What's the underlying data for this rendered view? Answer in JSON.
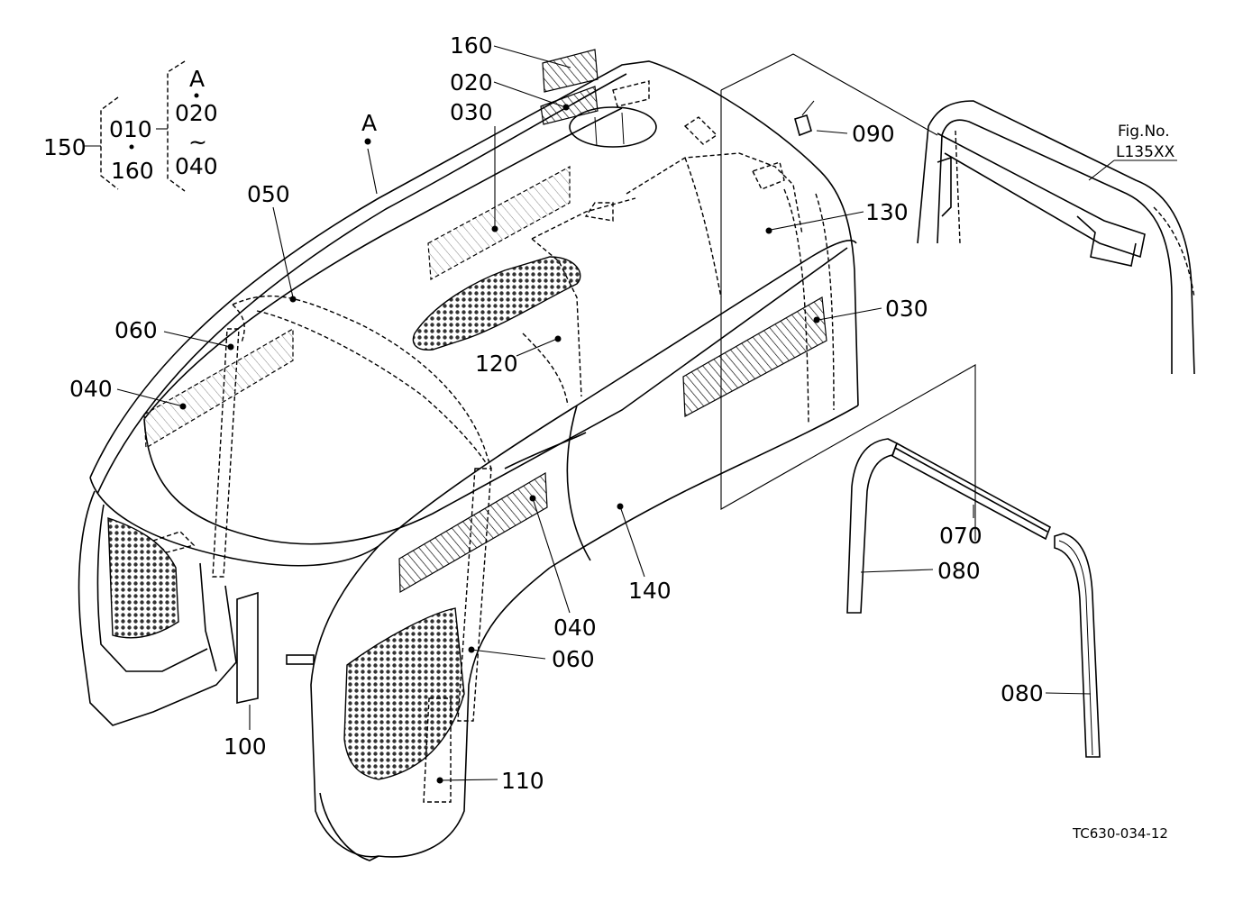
{
  "diagram": {
    "figure_ref": {
      "caption": "Fig.No.",
      "number": "L135XX"
    },
    "drawing_code": "TC630-034-12",
    "callouts": {
      "c160_top": "160",
      "c020": "020",
      "c030_top": "030",
      "c090": "090",
      "c050": "050",
      "c130": "130",
      "c030_right": "030",
      "c060_left": "060",
      "c040_left": "040",
      "c120": "120",
      "c140": "140",
      "c040_bottom": "040",
      "c060_bottom": "060",
      "c070": "070",
      "c080_upper": "080",
      "c080_lower": "080",
      "c100": "100",
      "c110": "110",
      "c150": "150",
      "point_a": "A"
    },
    "kit_bracket": {
      "inner_start": "010",
      "inner_end": "160",
      "outer_ref": "A",
      "outer_start": "020",
      "range_symbol": "~",
      "outer_end": "040"
    }
  }
}
